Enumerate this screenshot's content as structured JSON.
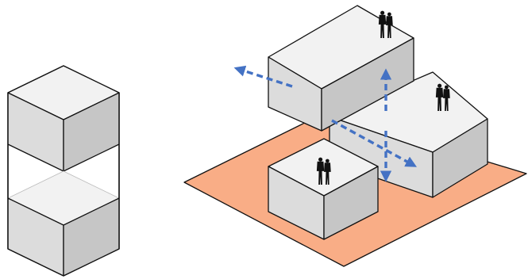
{
  "colors": {
    "background": "#ffffff",
    "ground_plane": "#f9ad86",
    "block_top": "#f2f2f2",
    "block_left": "#dcdcdc",
    "block_right": "#c6c6c6",
    "arrow": "#4472c4",
    "outline": "#111111",
    "people": "#111111"
  },
  "icons": [
    "person-pair-icon",
    "arrow-icon"
  ],
  "diagram": {
    "left_stack": {
      "blocks": 2,
      "style": "stacked volumes with open gap"
    },
    "right_composition": {
      "blocks": 3,
      "people_groups": 3,
      "arrows": 3
    }
  }
}
